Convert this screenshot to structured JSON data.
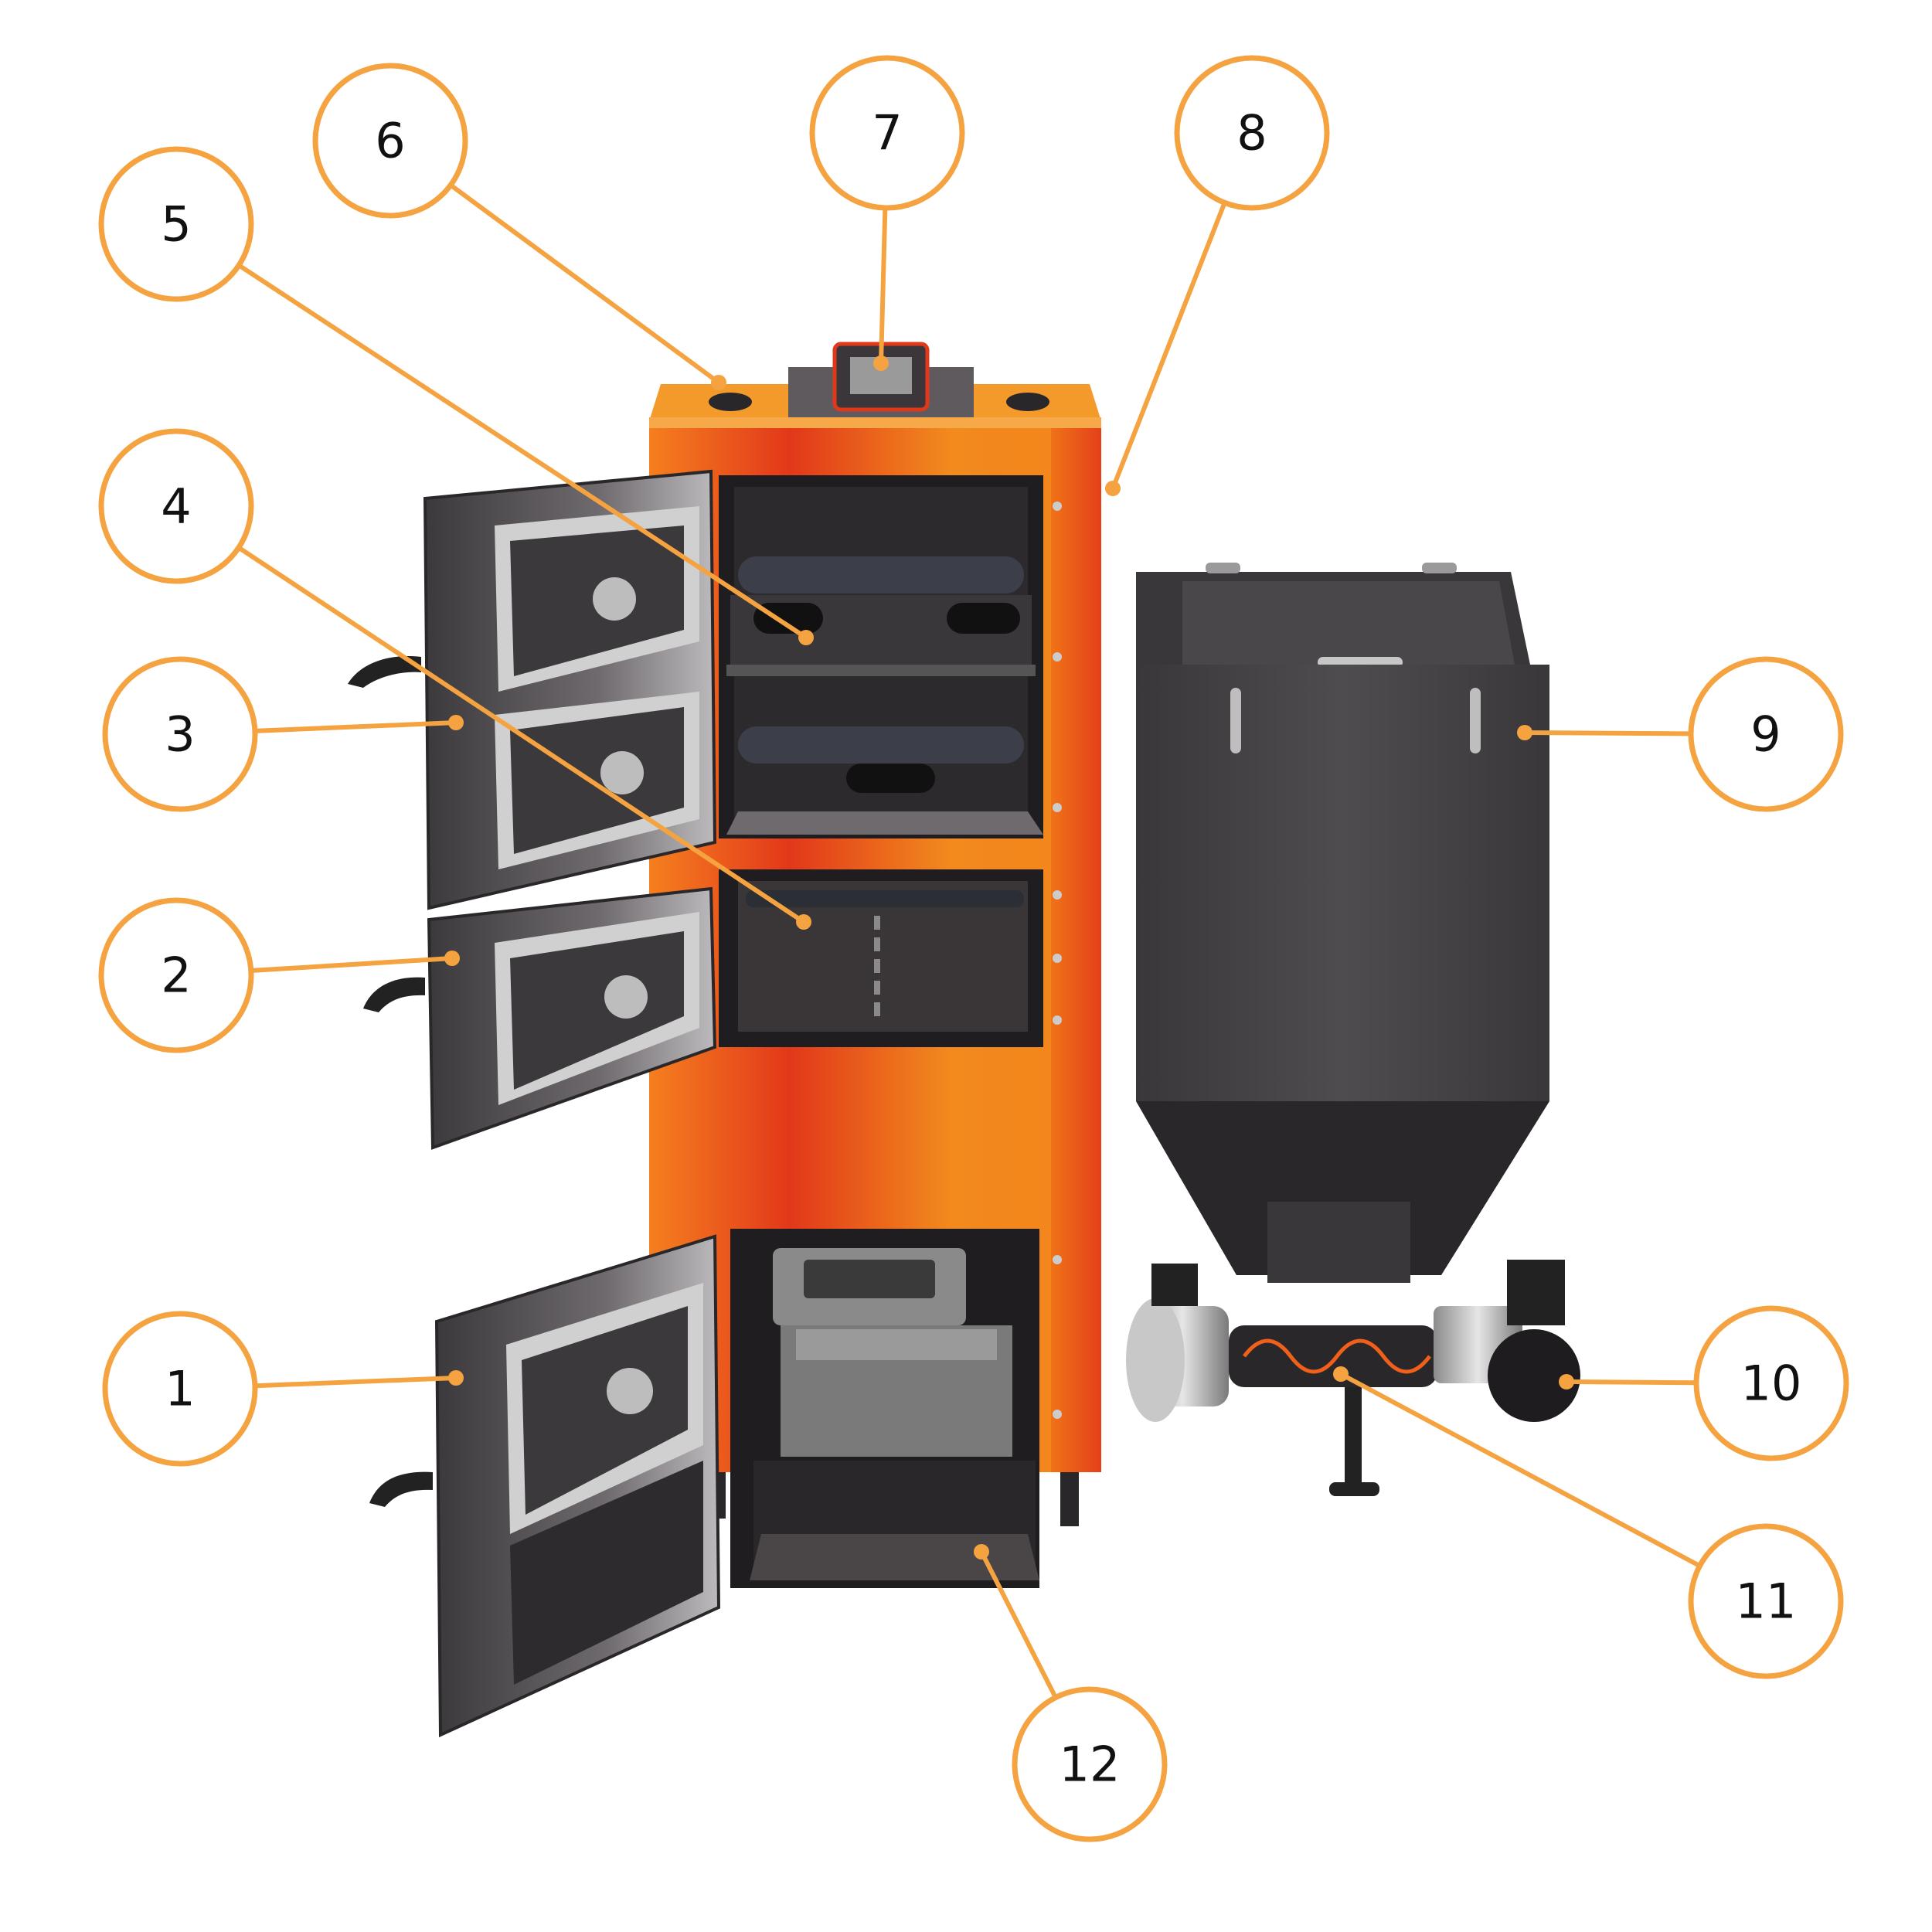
{
  "colors": {
    "callout": "#F4A340",
    "body_orange": "#F07A1C",
    "body_red": "#E23A1A",
    "steel_dark": "#2B282B",
    "steel_mid": "#4D4A4D",
    "steel_light": "#C9C9C9",
    "background": "#FFFFFF"
  },
  "callouts": [
    {
      "id": "1",
      "label": "1"
    },
    {
      "id": "2",
      "label": "2"
    },
    {
      "id": "3",
      "label": "3"
    },
    {
      "id": "4",
      "label": "4"
    },
    {
      "id": "5",
      "label": "5"
    },
    {
      "id": "6",
      "label": "6"
    },
    {
      "id": "7",
      "label": "7"
    },
    {
      "id": "8",
      "label": "8"
    },
    {
      "id": "9",
      "label": "9"
    },
    {
      "id": "10",
      "label": "10"
    },
    {
      "id": "11",
      "label": "11"
    },
    {
      "id": "12",
      "label": "12"
    }
  ]
}
